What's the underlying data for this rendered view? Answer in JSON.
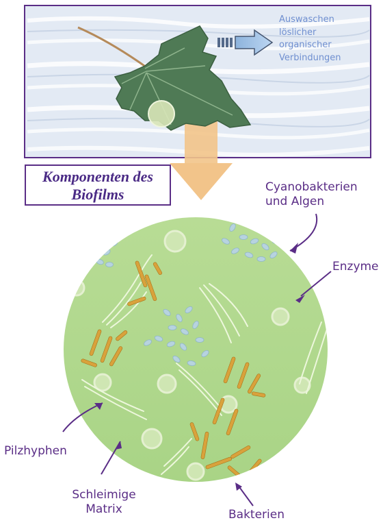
{
  "wash_text": [
    "Auswaschen",
    "löslicher",
    "organischer",
    "Verbindungen"
  ],
  "title": [
    "Komponenten des",
    "Biofilms"
  ],
  "labels": {
    "cyano": [
      "Cyanobakterien",
      "und Algen"
    ],
    "enzyme": "Enzyme",
    "pilz": "Pilzhyphen",
    "matrix": [
      "Schleimige",
      "Matrix"
    ],
    "bakterien": "Bakterien"
  },
  "colors": {
    "frame": "#5a2d86",
    "water": "#dfe7f2",
    "leaf": "#4f7a55",
    "arrow": "#f2c48a",
    "biofilm": "#b3d98f",
    "cyano_cells": "#b7d3df",
    "bacteria": "#d9a23c",
    "hyphae": "#eaf5d6"
  }
}
